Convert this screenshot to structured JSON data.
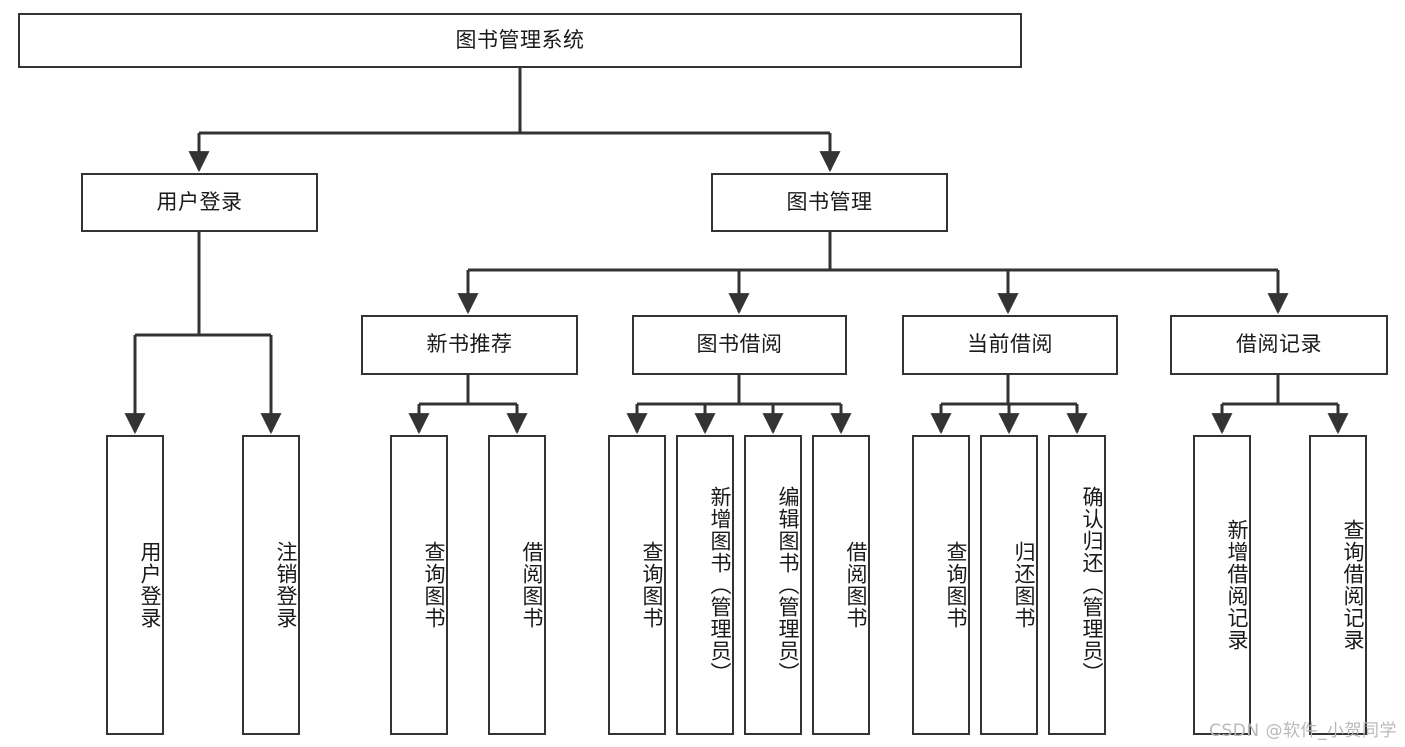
{
  "diagram": {
    "type": "tree-hierarchy",
    "title": "图书管理系统",
    "watermark": "CSDN @软件_小贺同学",
    "colors": {
      "box_border": "#333333",
      "box_fill": "#ffffff",
      "connector": "#333333",
      "text": "#1a1a1a",
      "watermark": "#b9b9b9",
      "background": "#ffffff"
    },
    "nodes": {
      "root": {
        "label": "图书管理系统"
      },
      "level2": [
        {
          "id": "user-login",
          "label": "用户登录"
        },
        {
          "id": "book-manage",
          "label": "图书管理"
        }
      ],
      "level3": [
        {
          "id": "new-book-recommend",
          "label": "新书推荐"
        },
        {
          "id": "book-borrow",
          "label": "图书借阅"
        },
        {
          "id": "current-borrow",
          "label": "当前借阅"
        },
        {
          "id": "borrow-record",
          "label": "借阅记录"
        }
      ],
      "leaves": {
        "user_login": [
          {
            "id": "leaf-user-login",
            "label": "用户登录"
          },
          {
            "id": "leaf-logout-login",
            "label": "注销登录"
          }
        ],
        "new_book_recommend": [
          {
            "id": "leaf-query-book-1",
            "label": "查询图书"
          },
          {
            "id": "leaf-borrow-book-1",
            "label": "借阅图书"
          }
        ],
        "book_borrow": [
          {
            "id": "leaf-query-book-2",
            "label": "查询图书"
          },
          {
            "id": "leaf-add-book",
            "label": "新增图书（管理员）"
          },
          {
            "id": "leaf-edit-book",
            "label": "编辑图书（管理员）"
          },
          {
            "id": "leaf-borrow-book-2",
            "label": "借阅图书"
          }
        ],
        "current_borrow": [
          {
            "id": "leaf-query-book-3",
            "label": "查询图书"
          },
          {
            "id": "leaf-return-book",
            "label": "归还图书"
          },
          {
            "id": "leaf-confirm-return",
            "label": "确认归还（管理员）"
          }
        ],
        "borrow_record": [
          {
            "id": "leaf-add-record",
            "label": "新增借阅记录"
          },
          {
            "id": "leaf-query-record",
            "label": "查询借阅记录"
          }
        ]
      }
    }
  }
}
